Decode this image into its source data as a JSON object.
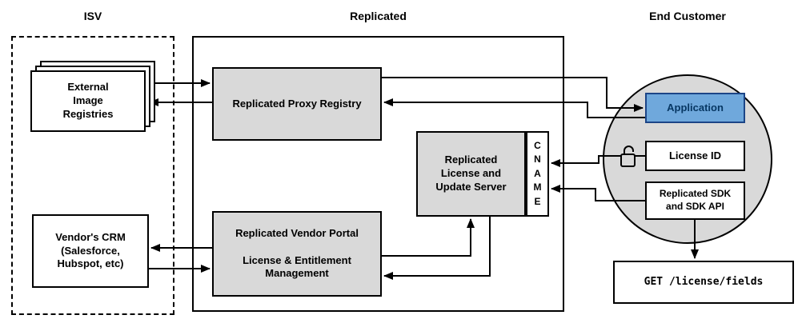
{
  "titles": {
    "isv": "ISV",
    "replicated": "Replicated",
    "end_customer": "End Customer"
  },
  "nodes": {
    "external_image_registries": "External\nImage\nRegistries",
    "vendors_crm": "Vendor's CRM\n(Salesforce,\nHubspot, etc)",
    "proxy_registry": "Replicated Proxy Registry",
    "license_update_server": "Replicated\nLicense and\nUpdate Server",
    "cname": "C\nN\nA\nM\nE",
    "vendor_portal": "Replicated Vendor Portal\n\nLicense & Entitlement\nManagement",
    "application": "Application",
    "license_id": "License ID",
    "replicated_sdk": "Replicated SDK\nand SDK API",
    "get_request": "GET /license/fields"
  },
  "icons": {
    "lock_open": "lock-open-icon"
  },
  "edges": [
    {
      "from": "external_image_registries",
      "to": "proxy_registry"
    },
    {
      "from": "proxy_registry",
      "to": "external_image_registries"
    },
    {
      "from": "proxy_registry",
      "to": "application"
    },
    {
      "from": "application",
      "to": "proxy_registry"
    },
    {
      "from": "license_id",
      "to": "cname"
    },
    {
      "from": "replicated_sdk",
      "to": "cname"
    },
    {
      "from": "vendor_portal",
      "to": "license_update_server"
    },
    {
      "from": "license_update_server",
      "to": "vendor_portal"
    },
    {
      "from": "vendor_portal",
      "to": "vendors_crm"
    },
    {
      "from": "vendors_crm",
      "to": "vendor_portal"
    },
    {
      "from": "replicated_sdk",
      "to": "get_request"
    }
  ],
  "colors": {
    "box_gray": "#d9d9d9",
    "circle_gray": "#d9d9d9",
    "app_fill": "#6fa8dc",
    "app_border": "#1c4587",
    "app_text": "#073763",
    "line": "#000000"
  }
}
